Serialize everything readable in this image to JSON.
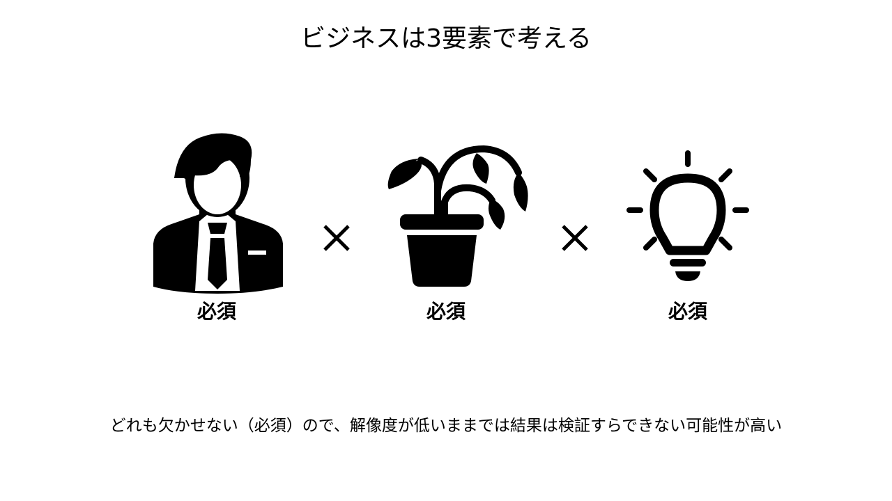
{
  "slide": {
    "title": "ビジネスは3要素で考える",
    "elements": [
      {
        "icon": "businessman-icon",
        "label": "必須"
      },
      {
        "icon": "potted-plant-icon",
        "label": "必須"
      },
      {
        "icon": "lightbulb-icon",
        "label": "必須"
      }
    ],
    "operators": [
      "×",
      "×"
    ],
    "caption": "どれも欠かせない（必須）ので、解像度が低いままでは結果は検証すらできない可能性が高い"
  },
  "colors": {
    "foreground": "#000000",
    "background": "#ffffff"
  }
}
